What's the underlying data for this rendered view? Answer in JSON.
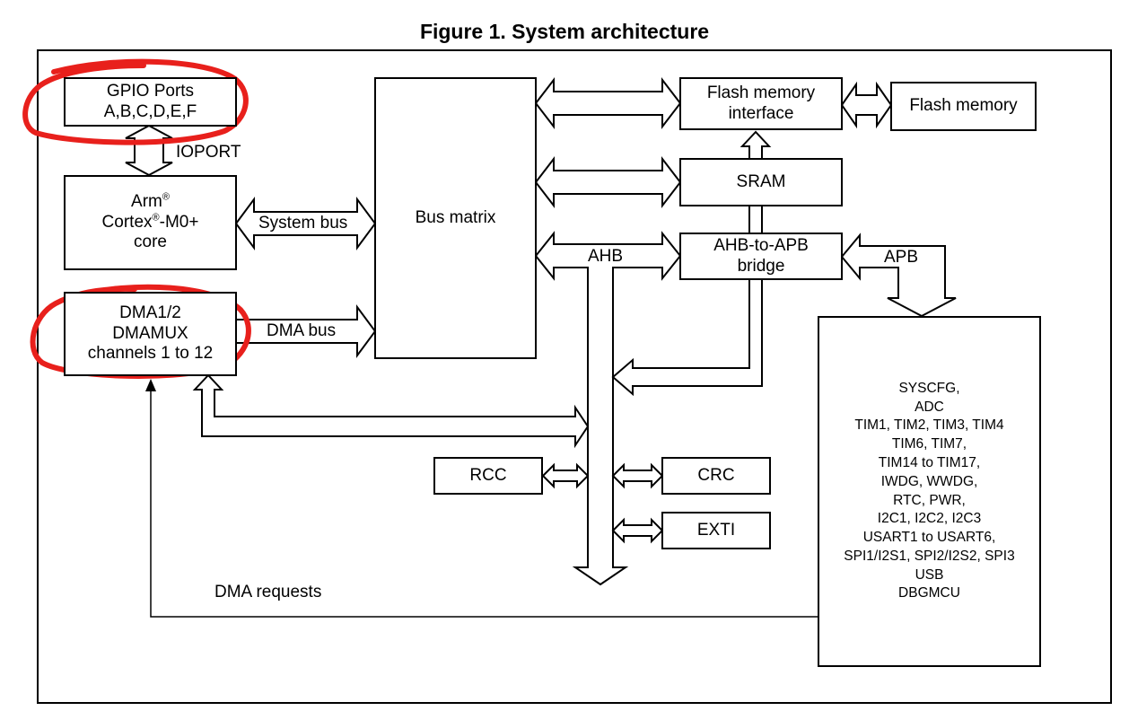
{
  "title": "Figure 1. System architecture",
  "blocks": {
    "gpio": [
      "GPIO Ports",
      "A,B,C,D,E,F"
    ],
    "core": {
      "l1": "Arm",
      "l2a": "Cortex",
      "l2b": "-M0+",
      "l3": "core",
      "reg": "®"
    },
    "dma": [
      "DMA1/2",
      "DMAMUX",
      "channels 1 to 12"
    ],
    "bus_matrix": "Bus matrix",
    "flash_if": [
      "Flash memory",
      "interface"
    ],
    "flash": "Flash memory",
    "sram": "SRAM",
    "bridge": [
      "AHB-to-APB",
      "bridge"
    ],
    "rcc": "RCC",
    "crc": "CRC",
    "exti": "EXTI",
    "peripherals": [
      "SYSCFG,",
      "ADC",
      "TIM1, TIM2, TIM3, TIM4",
      "TIM6, TIM7,",
      "TIM14 to TIM17,",
      "IWDG, WWDG,",
      "RTC, PWR,",
      "I2C1, I2C2, I2C3",
      "USART1 to USART6,",
      "SPI1/I2S1, SPI2/I2S2, SPI3",
      "USB",
      "DBGMCU"
    ]
  },
  "labels": {
    "ioport": "IOPORT",
    "system_bus": "System bus",
    "dma_bus": "DMA bus",
    "ahb": "AHB",
    "apb": "APB",
    "dma_requests": "DMA requests"
  },
  "colors": {
    "annotation": "#e8201c",
    "line": "#000000"
  }
}
